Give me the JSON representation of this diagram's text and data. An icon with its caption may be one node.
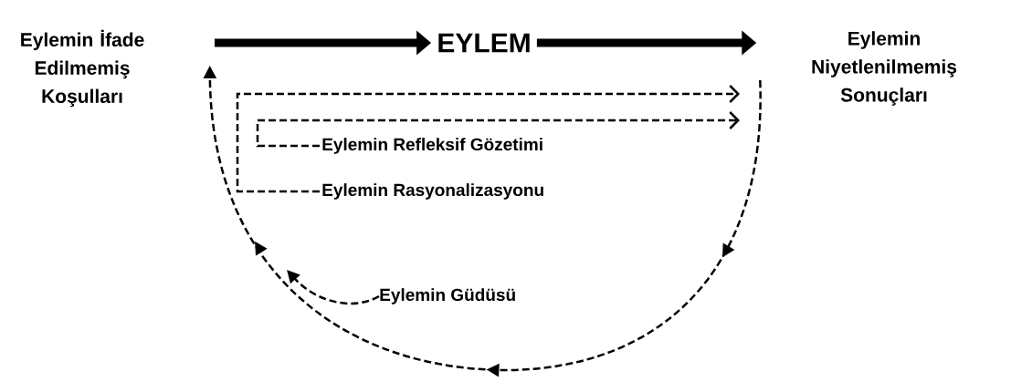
{
  "diagram": {
    "nodes": [
      {
        "text": [
          "Eylemin İfade Edilmemiş Koşulları"
        ]
      },
      {
        "text": [
          "EYLEM"
        ]
      },
      {
        "text": [
          "Eylemin Niyetlenilmemiş Sonuçları"
        ]
      },
      {
        "text": [
          "Eylemin Refleksif Gözetimi"
        ]
      },
      {
        "text": [
          "Eylemin Rasyonalizasyonu"
        ]
      },
      {
        "text": [
          "Eylemin Güdüsü"
        ]
      }
    ],
    "edges": [
      {
        "from": null,
        "to": 1,
        "arrow": "to",
        "style": "thick"
      },
      {
        "from": 1,
        "to": 2,
        "arrow": "to",
        "style": "thick"
      },
      {
        "from": 2,
        "to": 0,
        "arrow": "to",
        "style": "dashed"
      },
      {
        "from": 3,
        "to": null,
        "arrow": "to",
        "style": "dashed"
      },
      {
        "from": 4,
        "to": null,
        "arrow": "to",
        "style": "dashed"
      },
      {
        "from": 5,
        "to": null,
        "arrow": "to",
        "style": "dashed"
      }
    ]
  }
}
